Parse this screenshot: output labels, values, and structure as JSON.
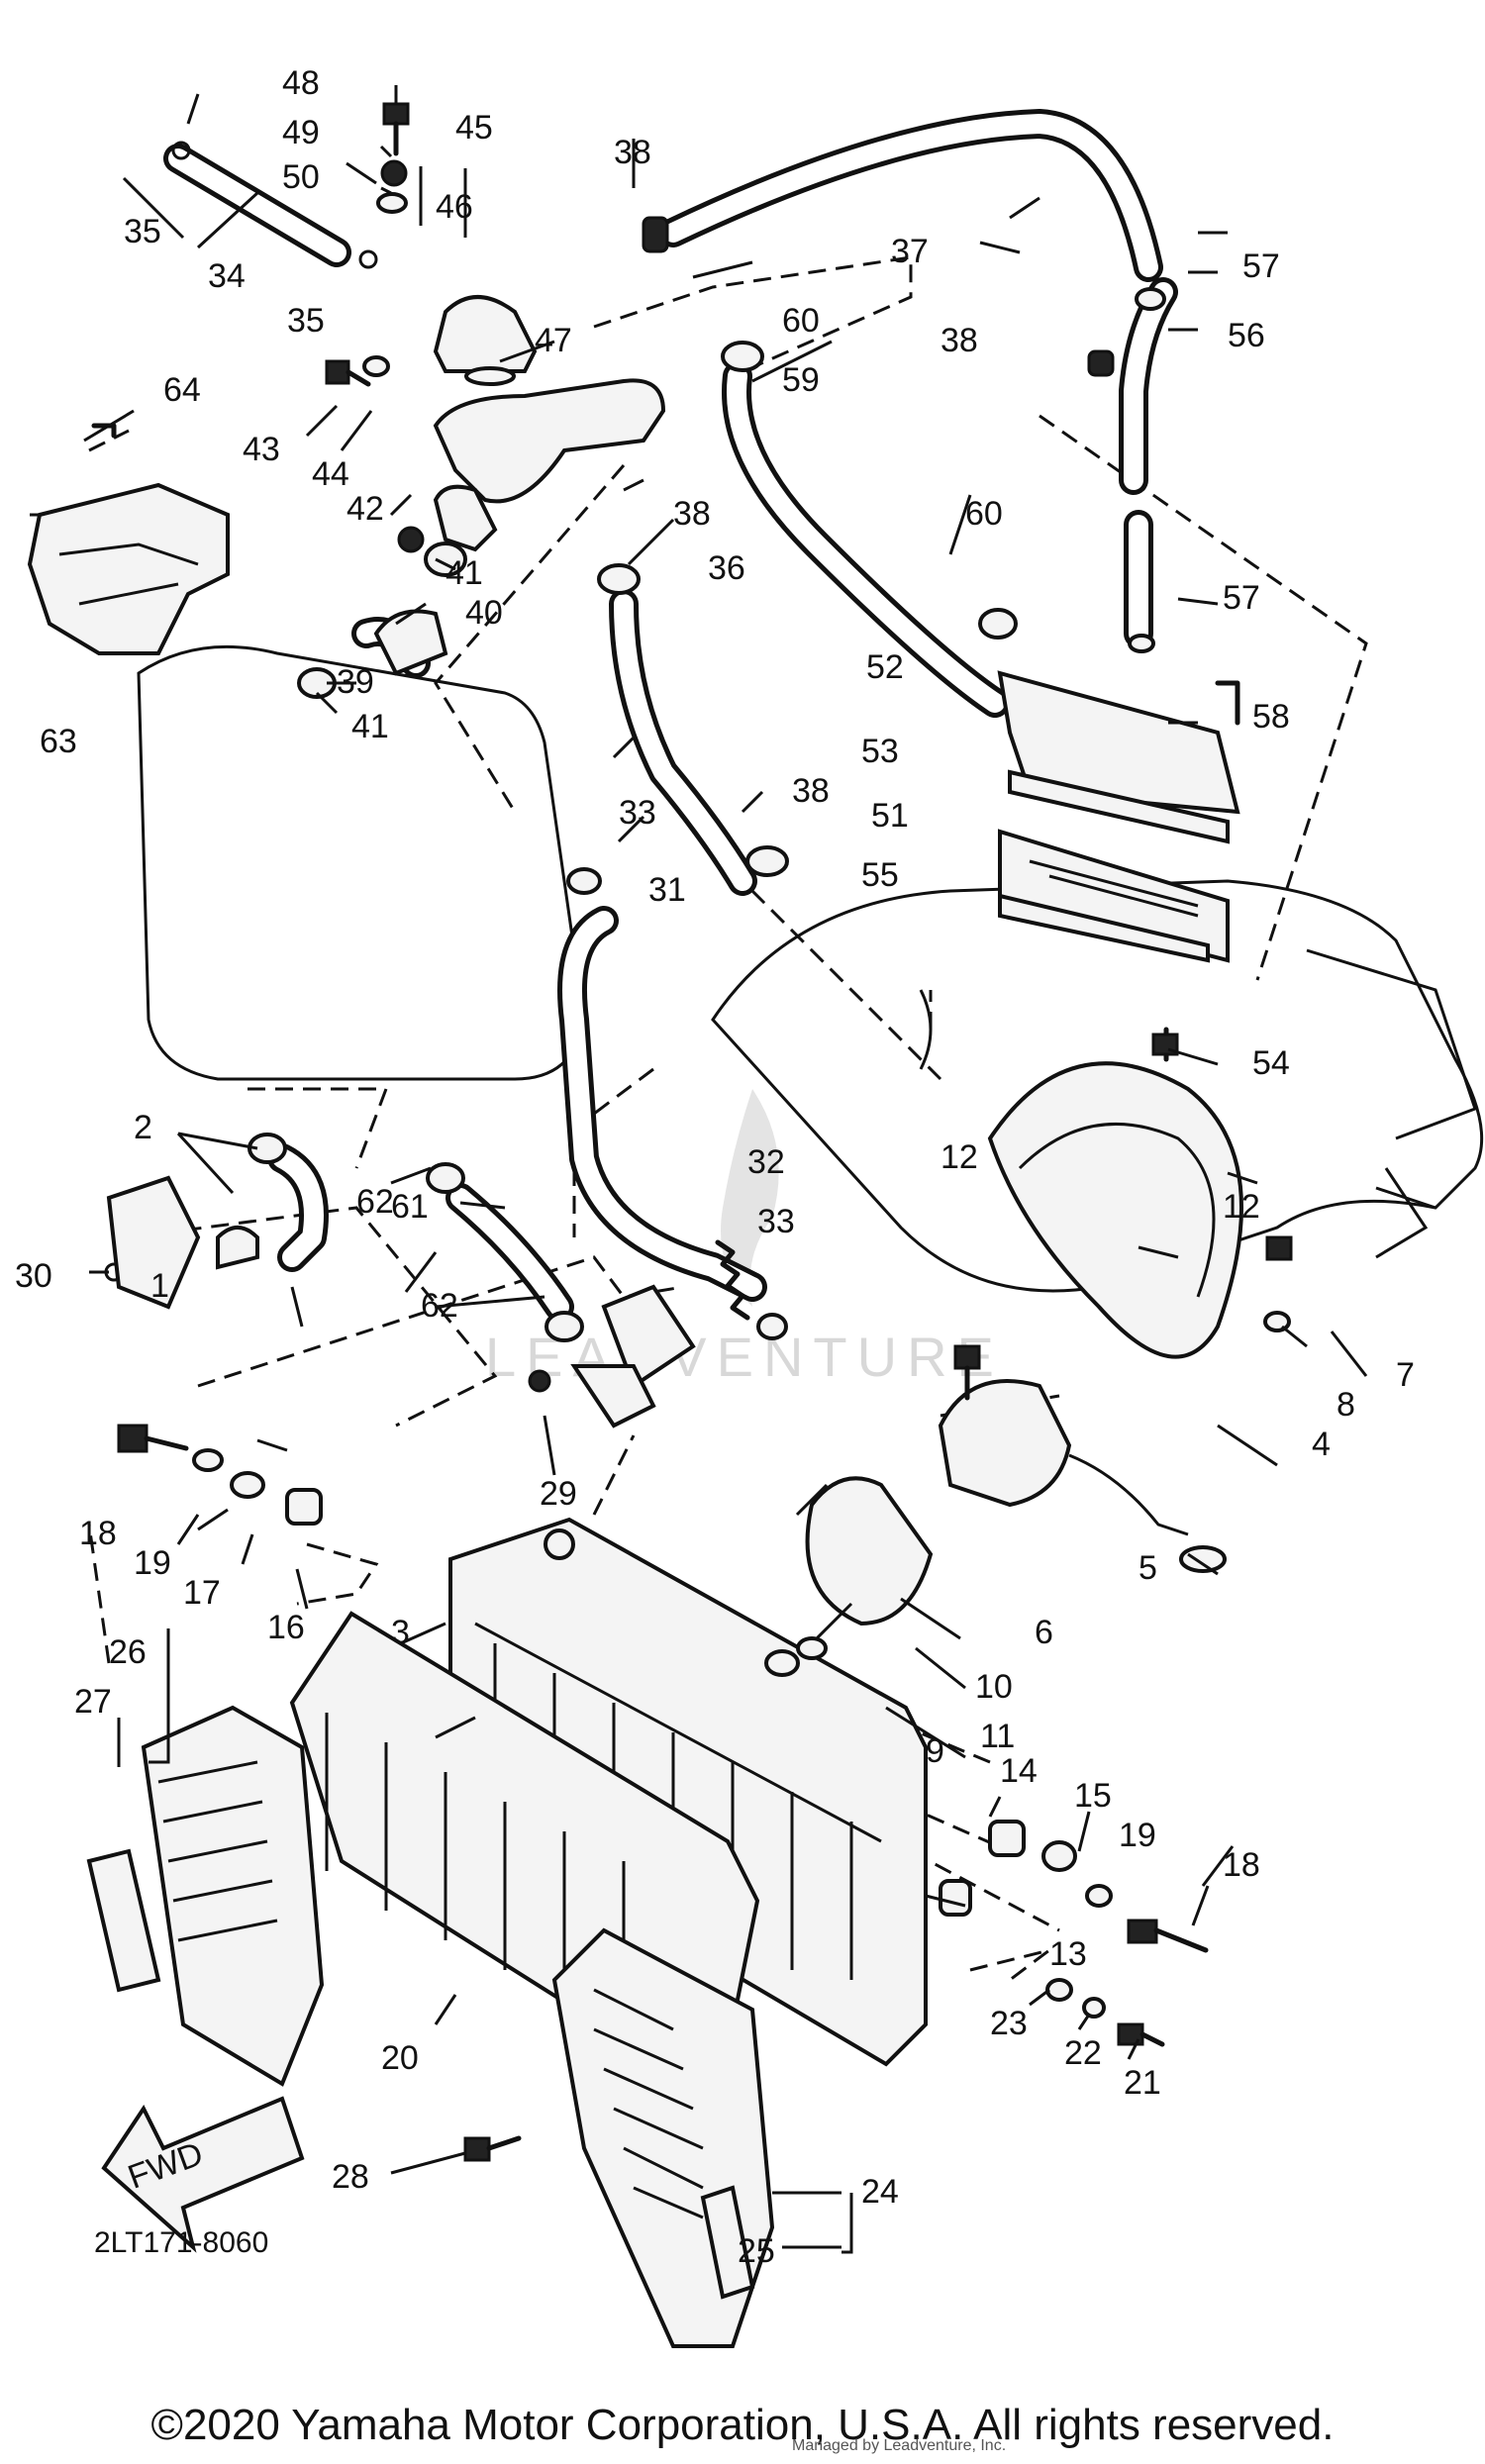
{
  "diagram": {
    "part_code": "2LT171-8060",
    "direction_label": "FWD",
    "watermark": "LEADVENTURE",
    "callouts": [
      "1",
      "2",
      "3",
      "4",
      "5",
      "6",
      "7",
      "8",
      "9",
      "10",
      "11",
      "12",
      "13",
      "14",
      "15",
      "16",
      "17",
      "18",
      "19",
      "20",
      "21",
      "22",
      "23",
      "24",
      "25",
      "26",
      "27",
      "28",
      "29",
      "30",
      "31",
      "32",
      "33",
      "34",
      "35",
      "36",
      "37",
      "38",
      "39",
      "40",
      "41",
      "42",
      "43",
      "44",
      "45",
      "46",
      "47",
      "48",
      "49",
      "50",
      "51",
      "52",
      "53",
      "54",
      "55",
      "56",
      "57",
      "58",
      "59",
      "60",
      "61",
      "62",
      "63",
      "64"
    ]
  },
  "footer": {
    "copyright": "©2020 Yamaha Motor Corporation, U.S.A. All rights reserved.",
    "credit": "Managed by Leadventure, Inc."
  }
}
